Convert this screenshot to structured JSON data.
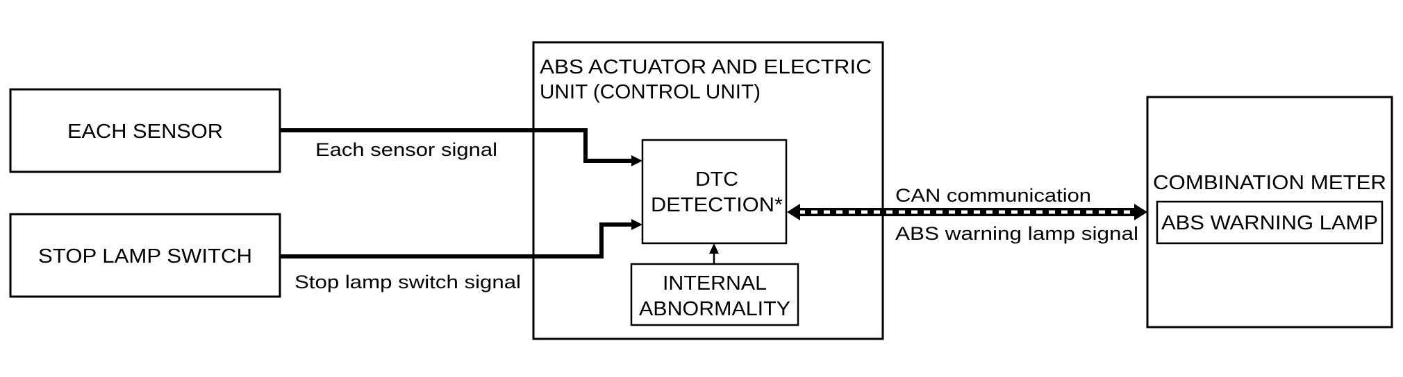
{
  "diagram": {
    "nodes": {
      "each_sensor": {
        "label": "EACH SENSOR"
      },
      "stop_lamp_switch": {
        "label": "STOP LAMP SWITCH"
      },
      "control_unit": {
        "title_line1": "ABS ACTUATOR AND ELECTRIC",
        "title_line2": "UNIT (CONTROL UNIT)"
      },
      "dtc_detection": {
        "line1": "DTC",
        "line2": "DETECTION*"
      },
      "internal_abnormality": {
        "line1": "INTERNAL",
        "line2": "ABNORMALITY"
      },
      "combination_meter": {
        "title": "COMBINATION METER",
        "sub_label": "ABS WARNING LAMP"
      }
    },
    "edges": {
      "each_sensor_signal": {
        "label": "Each sensor signal",
        "from": "EACH SENSOR",
        "to": "DTC DETECTION*"
      },
      "stop_lamp_switch_signal": {
        "label": "Stop lamp switch signal",
        "from": "STOP LAMP SWITCH",
        "to": "DTC DETECTION*"
      },
      "internal": {
        "from": "INTERNAL ABNORMALITY",
        "to": "DTC DETECTION*"
      },
      "can": {
        "label_top": "CAN communication",
        "label_bottom": "ABS warning lamp signal",
        "from": "DTC DETECTION*",
        "to": "COMBINATION METER",
        "bidirectional": true,
        "style": "dashed-double"
      }
    }
  }
}
